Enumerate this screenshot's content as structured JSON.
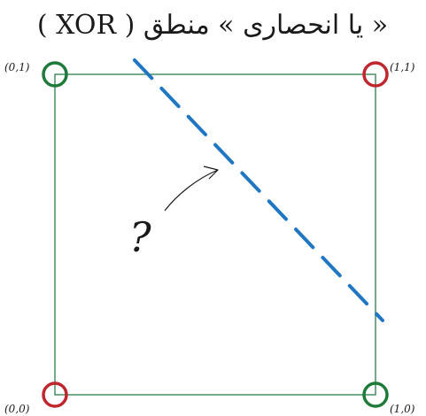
{
  "title": "« يا انحصاری » منطق ( XOR )",
  "points": [
    {
      "label": "(0,1)",
      "class": "green"
    },
    {
      "label": "(1,1)",
      "class": "red"
    },
    {
      "label": "(0,0)",
      "class": "red"
    },
    {
      "label": "(1,0)",
      "class": "green"
    }
  ],
  "question": "?",
  "colors": {
    "green": "#1e7a3a",
    "red": "#c0262d",
    "square": "#2e7d4a",
    "dashed_line": "#1f77c4",
    "ink": "#1a1a1a"
  }
}
